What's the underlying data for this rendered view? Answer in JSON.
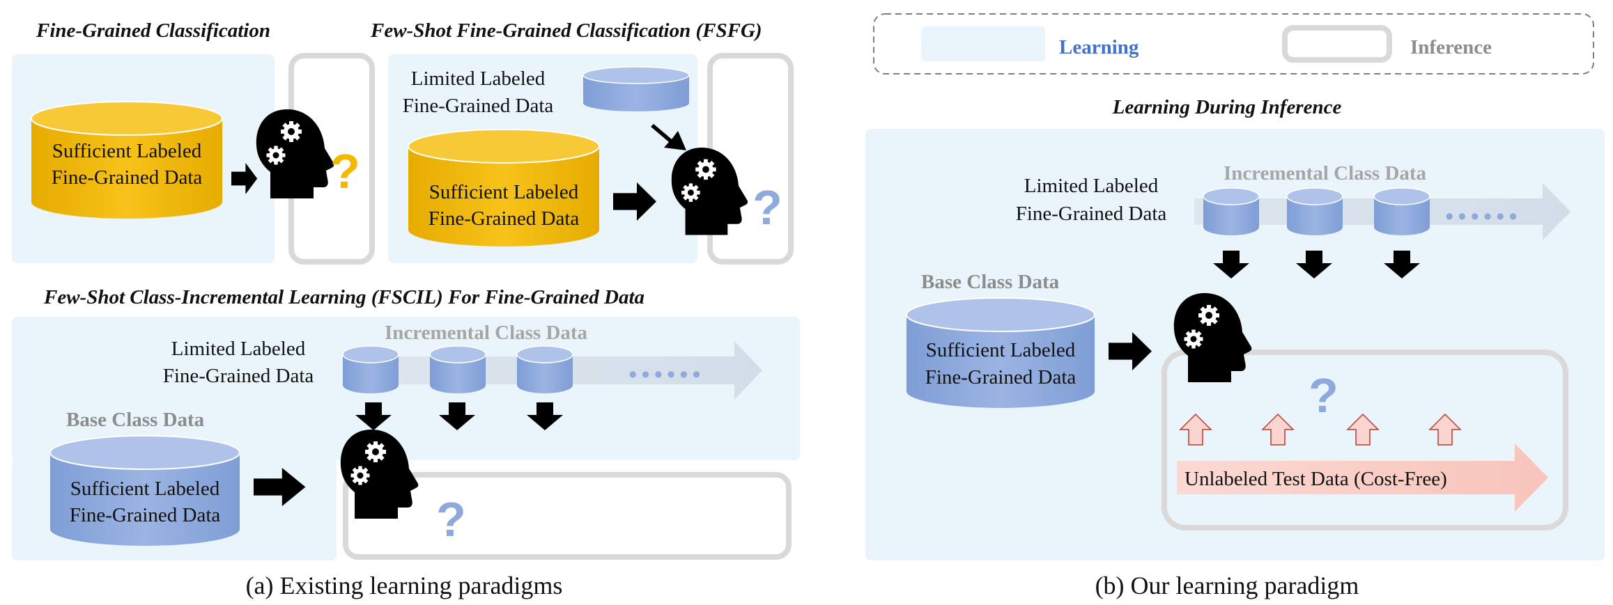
{
  "legend": {
    "learning_label": "Learning",
    "inference_label": "Inference",
    "colors": {
      "learning": "#eaf5fb",
      "inference_border": "#d9d9d9"
    }
  },
  "panel_a": {
    "fine_grained": {
      "title": "Fine-Grained Classification",
      "data_line1": "Sufficient Labeled",
      "data_line2": "Fine-Grained Data"
    },
    "fsfg": {
      "title": "Few-Shot Fine-Grained Classification (FSFG)",
      "limited_line1": "Limited Labeled",
      "limited_line2": "Fine-Grained Data",
      "data_line1": "Sufficient Labeled",
      "data_line2": "Fine-Grained Data"
    },
    "fscil": {
      "title": "Few-Shot Class-Incremental Learning (FSCIL) For Fine-Grained Data",
      "incremental_label": "Incremental Class Data",
      "limited_line1": "Limited Labeled",
      "limited_line2": "Fine-Grained Data",
      "base_label": "Base Class Data",
      "data_line1": "Sufficient Labeled",
      "data_line2": "Fine-Grained Data"
    },
    "caption": "(a) Existing learning paradigms"
  },
  "panel_b": {
    "title": "Learning During Inference",
    "incremental_label": "Incremental Class Data",
    "limited_line1": "Limited Labeled",
    "limited_line2": "Fine-Grained Data",
    "base_label": "Base Class Data",
    "data_line1": "Sufficient Labeled",
    "data_line2": "Fine-Grained Data",
    "unlabeled_label": "Unlabeled Test Data (Cost-Free)",
    "caption": "(b) Our learning paradigm"
  },
  "symbols": {
    "question": "?",
    "dots": "● ● ● ● ● ●"
  },
  "colors": {
    "gold_cylinder": "#f3b800",
    "blue_cylinder": "#8ea9db",
    "learning_bg": "#eaf5fb",
    "inference_border": "#d9d9d9",
    "pink_arrow": "#fbd5cf"
  }
}
